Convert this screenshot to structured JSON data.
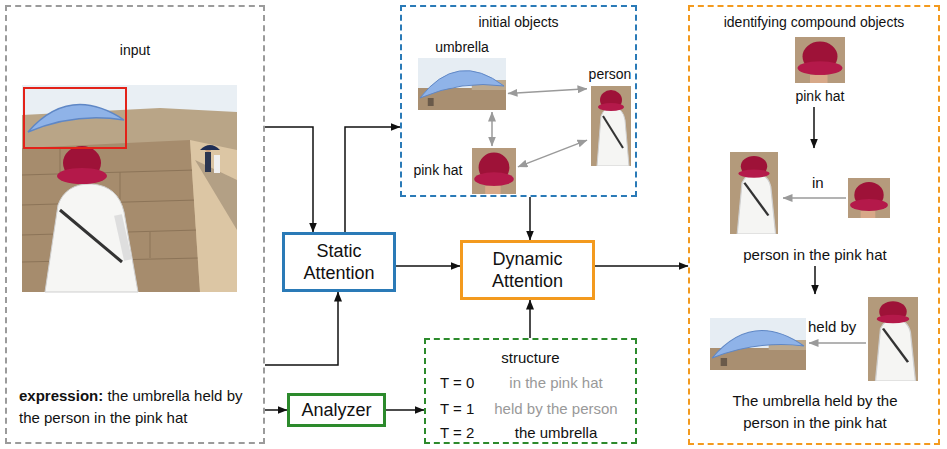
{
  "diagram": {
    "nodes": [
      {
        "text": [
          "input",
          "expression:",
          "the umbrella held by the person in the pink hat"
        ]
      },
      {
        "text": [
          "initial objects"
        ]
      },
      {
        "text": [
          "umbrella"
        ],
        "in": 1
      },
      {
        "text": [
          "person"
        ],
        "in": 1
      },
      {
        "text": [
          "pink hat"
        ],
        "in": 1
      },
      {
        "text": [
          "identifying compound objects"
        ]
      },
      {
        "text": [
          "pink hat"
        ],
        "in": 5
      },
      {
        "text": [
          "person in the pink hat"
        ],
        "in": 5
      },
      {
        "text": [
          "The umbrella held by the person in the pink hat"
        ],
        "in": 5
      },
      {
        "text": [
          "Static Attention"
        ]
      },
      {
        "text": [
          "Dynamic Attention"
        ]
      },
      {
        "text": [
          "Analyzer"
        ]
      },
      {
        "text": [
          "structure",
          "T = 0",
          "in the pink hat",
          "T = 1",
          "held by the person",
          "T = 2",
          "the umbrella"
        ]
      }
    ],
    "edges": [
      {
        "from": 0,
        "to": 9,
        "arrow": "to"
      },
      {
        "from": 0,
        "to": 9,
        "arrow": "to"
      },
      {
        "from": 0,
        "to": 11,
        "arrow": "to"
      },
      {
        "from": 9,
        "to": 1,
        "arrow": "to"
      },
      {
        "from": 9,
        "to": 10,
        "arrow": "to"
      },
      {
        "from": 1,
        "to": 10,
        "arrow": "to"
      },
      {
        "from": 11,
        "to": 12,
        "arrow": "to"
      },
      {
        "from": 12,
        "to": 10,
        "arrow": "to"
      },
      {
        "from": 10,
        "to": 5,
        "arrow": "to"
      },
      {
        "from": 2,
        "to": 4,
        "arrow": "both"
      },
      {
        "from": 2,
        "to": 3,
        "arrow": "both"
      },
      {
        "from": 4,
        "to": 3,
        "arrow": "both"
      },
      {
        "from": 6,
        "to": 7,
        "arrow": "to"
      },
      {
        "from": 7,
        "to": 8,
        "arrow": "to"
      }
    ],
    "labels": [
      "in",
      "held by"
    ]
  }
}
